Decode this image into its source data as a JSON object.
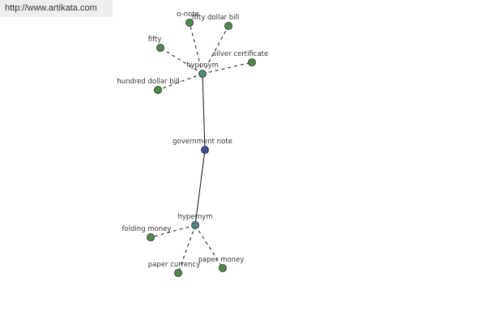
{
  "watermark": "http://www.artikata.com",
  "colors": {
    "central_node": "#3d4f9a",
    "relation_node": "#4a8a86",
    "leaf_node": "#4f8a4b",
    "edge": "#111111",
    "label": "#333333"
  },
  "graph": {
    "center": {
      "label": "government note"
    },
    "relations": [
      {
        "label": "hyponym",
        "terms": [
          "o-note",
          "fifty dollar bill",
          "fifty",
          "silver certificate",
          "hundred dollar bill"
        ]
      },
      {
        "label": "hypernym",
        "terms": [
          "folding money",
          "paper currency",
          "paper money"
        ]
      }
    ]
  }
}
